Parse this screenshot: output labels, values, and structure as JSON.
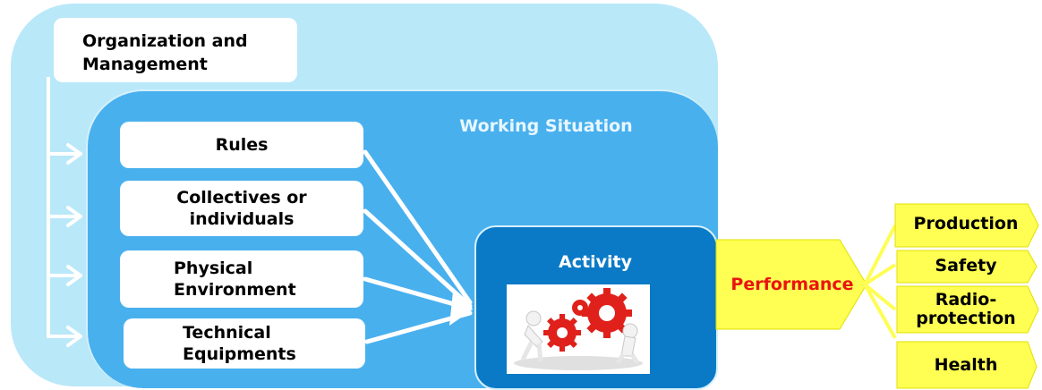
{
  "diagram": {
    "organization": "Organization and Management",
    "working_situation": "Working Situation",
    "factors": [
      {
        "line1": "Rules",
        "line2": ""
      },
      {
        "line1": "Collectives or",
        "line2": "individuals"
      },
      {
        "line1": "Physical",
        "line2": "Environment"
      },
      {
        "line1": "Technical",
        "line2": "Equipments"
      }
    ],
    "activity": "Activity",
    "performance": "Performance",
    "outcomes": [
      {
        "line1": "Production",
        "line2": ""
      },
      {
        "line1": "Safety",
        "line2": ""
      },
      {
        "line1": "Radio-",
        "line2": "protection"
      },
      {
        "line1": "Health",
        "line2": ""
      }
    ]
  },
  "colors": {
    "outer_bg": "#b9e8f9",
    "working_bg": "#49b0ee",
    "activity_bg": "#0a7ac6",
    "performance_fill": "#fefe53",
    "performance_text": "#e8150f"
  },
  "icons": [
    "gears-image-icon"
  ]
}
